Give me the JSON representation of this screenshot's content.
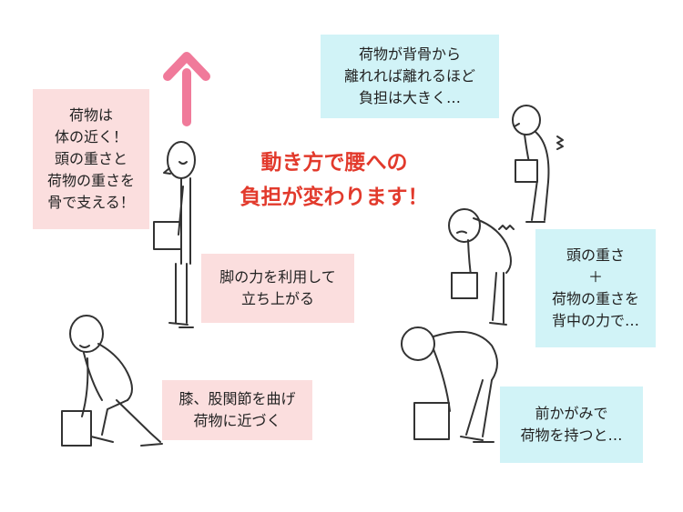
{
  "headline": "動き方で腰への\n負担が変わります！",
  "left_boxes": {
    "support": "荷物は\n体の近く！\n頭の重さと\n荷物の重さを\n骨で支える！",
    "legs": "脚の力を利用して\n立ち上がる",
    "knees": "膝、股関節を曲げ\n荷物に近づく"
  },
  "right_boxes": {
    "spine": "荷物が背骨から\n離れれば離れるほど\n負担は大きく…",
    "back": "頭の重さ\n＋\n荷物の重さを\n背中の力で…",
    "bend": "前かがみで\n荷物を持つと…"
  },
  "colors": {
    "arrow": "#f07a9a",
    "pink_box": "#fbdede",
    "cyan_box": "#d1f3f7",
    "headline": "#e23a2c"
  }
}
